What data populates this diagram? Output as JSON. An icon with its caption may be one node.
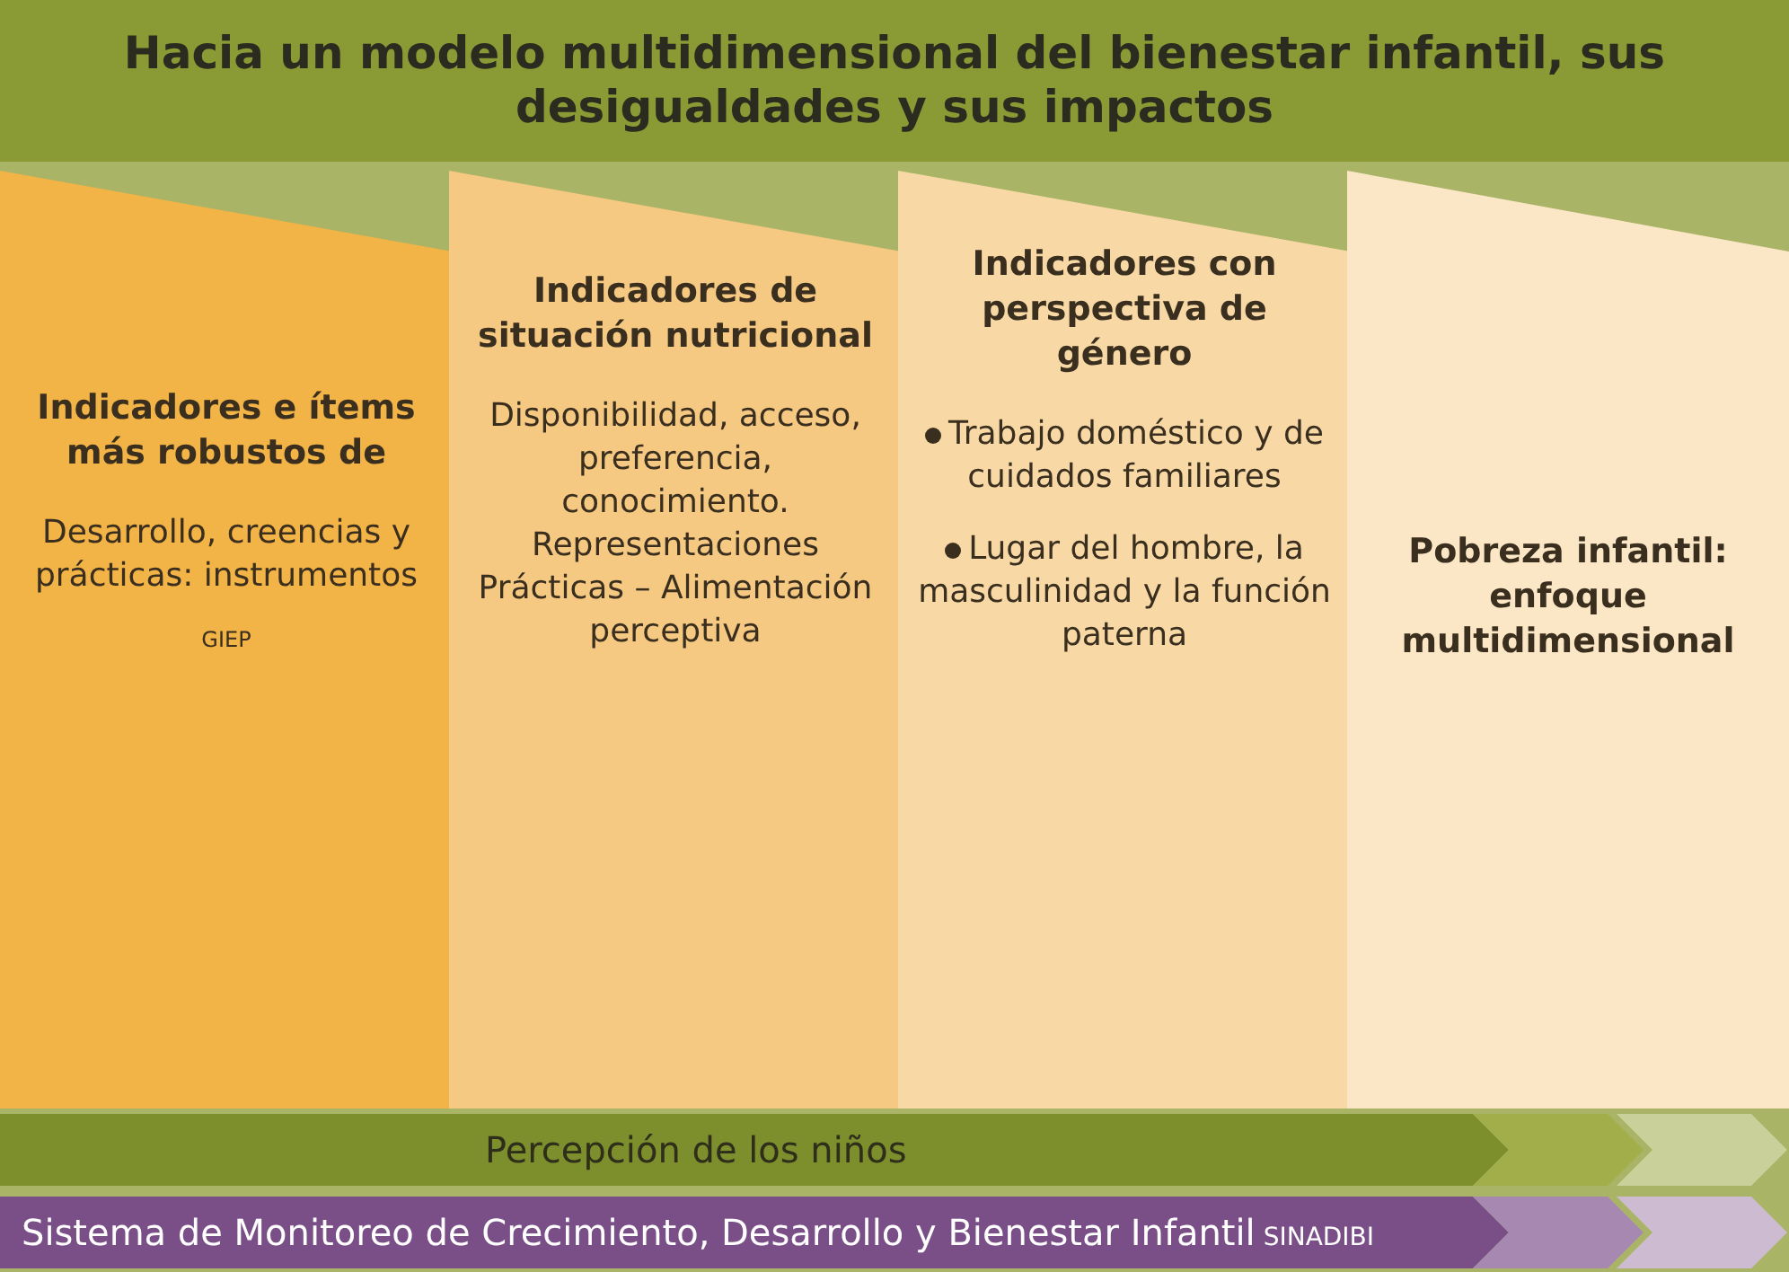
{
  "diagram": {
    "title": "Hacia un modelo multidimensional del bienestar infantil, sus desigualdades y sus impactos",
    "nodes": [
      {
        "text": [
          "Indicadores e ítems más robustos de",
          "Desarrollo, creencias y prácticas: instrumentos",
          "GIEP"
        ]
      },
      {
        "text": [
          "Indicadores de situación nutricional",
          "Disponibilidad, acceso, preferencia, conocimiento. Representaciones Prácticas – Alimentación perceptiva"
        ]
      },
      {
        "text": [
          "Indicadores con perspectiva de género",
          "Trabajo doméstico y de cuidados familiares",
          "Lugar del hombre, la masculinidad y la función paterna"
        ]
      },
      {
        "text": [
          "Pobreza infantil: enfoque multidimensional"
        ]
      },
      {
        "text": [
          "Percepción de los niños"
        ]
      },
      {
        "text": [
          "Sistema de Monitoreo de Crecimiento, Desarrollo y Bienestar Infantil",
          "SINADIBI"
        ]
      }
    ],
    "edges": []
  }
}
